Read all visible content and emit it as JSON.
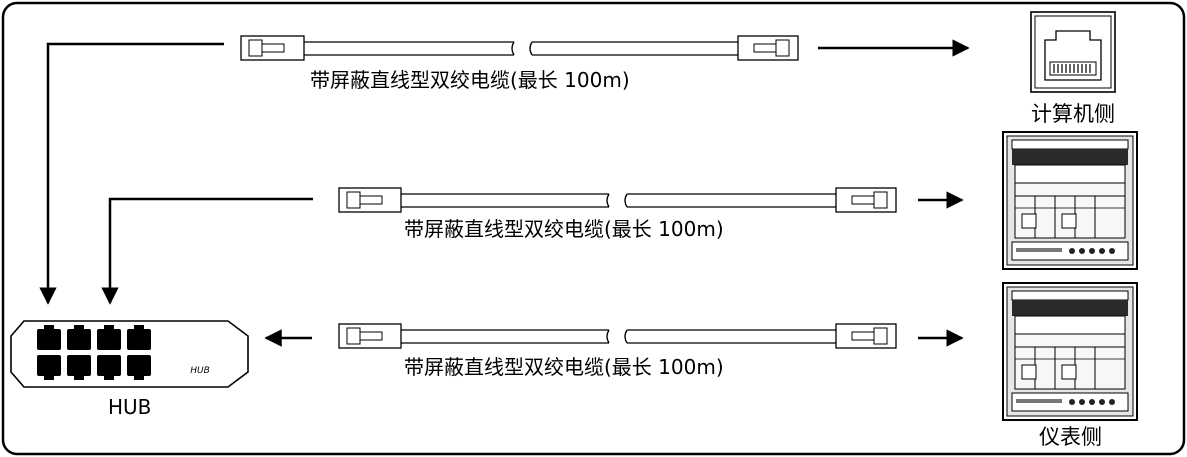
{
  "cables": [
    {
      "label": "带屏蔽直线型双绞电缆(最长 100m)"
    },
    {
      "label": "带屏蔽直线型双绞电缆(最长 100m)"
    },
    {
      "label": "带屏蔽直线型双绞电缆(最长 100m)"
    }
  ],
  "computer": {
    "label": "计算机侧"
  },
  "instrument": {
    "label": "仪表侧"
  },
  "hub": {
    "label": "HUB",
    "device_text": "HUB"
  }
}
